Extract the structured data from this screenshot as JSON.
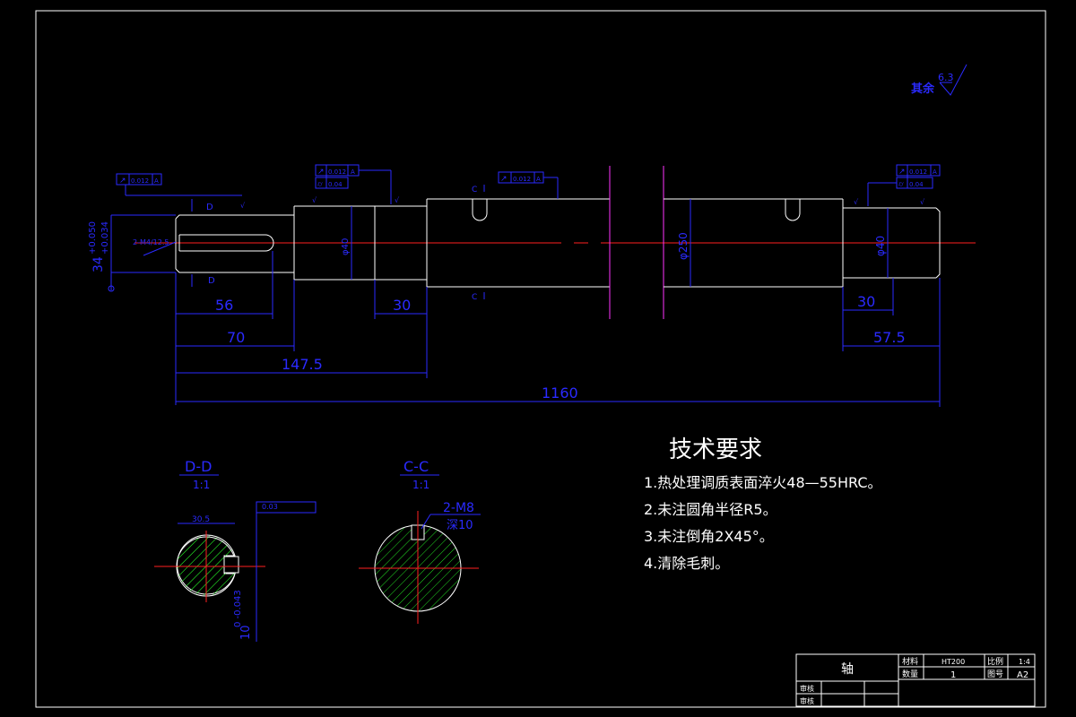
{
  "roughness": {
    "label": "其余",
    "value": "6.3"
  },
  "tolerances": {
    "left_runout": "0.012",
    "left_datum": "A",
    "mid_runout": "0.012",
    "mid_flat": "0.04",
    "right_runout": "0.012",
    "right_flat": "0.04",
    "center_runout": "0.012",
    "dd_sym": "0.03"
  },
  "dims": {
    "d56": "56",
    "d70": "70",
    "d147": "147.5",
    "d1160": "1160",
    "d30a": "30",
    "d30b": "30",
    "d57": "57.5",
    "dia_left": "34",
    "dia_left_tol_up": "+0.050",
    "dia_left_tol_dn": "+0.034",
    "dia_mid": "φ40",
    "dia_big": "φ250",
    "dia_right": "φ40",
    "keyway_note": "2-M4/12.5",
    "section_D": "D",
    "section_C": "C"
  },
  "sections": {
    "dd_title": "D-D",
    "dd_scale": "1:1",
    "dd_width": "30.5",
    "dd_key": "10",
    "dd_key_tol": "0\n-0.043",
    "cc_title": "C-C",
    "cc_scale": "1:1",
    "cc_thread": "2-M8",
    "cc_depth": "深10"
  },
  "tech": {
    "title": "技术要求",
    "items": [
      "1.热处理调质表面淬火48—55HRC。",
      "2.未注圆角半径R5。",
      "3.未注倒角2X45°。",
      "4.清除毛刺。"
    ]
  },
  "title_block": {
    "part_name": "轴",
    "material_label": "材料",
    "material": "HT200",
    "scale_label": "比例",
    "scale": "1:4",
    "qty_label": "数量",
    "qty": "1",
    "drawing_no_label": "图号",
    "drawing_no": "A2",
    "review1": "审核",
    "review2": "审核"
  },
  "colors": {
    "background": "#000000",
    "outline": "#ffffff",
    "dimension": "#2a2aff",
    "centerline": "#ff2020",
    "break": "#ff33ff",
    "hatch": "#22dd22"
  }
}
